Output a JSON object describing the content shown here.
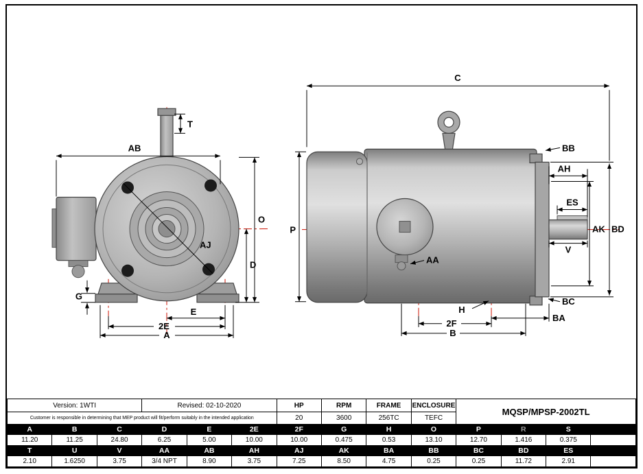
{
  "model": "MQSP/MPSP-2002TL",
  "title_block": {
    "version": "Version: 1WTI",
    "revised": "Revised: 02-10-2020",
    "disclaimer": "Customer is responsible in determining that MEP product will fit/perform suitably in the intended application",
    "hp_label": "HP",
    "hp_value": "20",
    "rpm_label": "RPM",
    "rpm_value": "3600",
    "frame_label": "FRAME",
    "frame_value": "256TC",
    "enclosure_label": "ENCLOSURE",
    "enclosure_value": "TEFC"
  },
  "dim_table": {
    "headers1": [
      "A",
      "B",
      "C",
      "D",
      "E",
      "2E",
      "2F",
      "G",
      "H",
      "O",
      "P",
      "R",
      "S",
      ""
    ],
    "values1": [
      "11.20",
      "11.25",
      "24.80",
      "6.25",
      "5.00",
      "10.00",
      "10.00",
      "0.475",
      "0.53",
      "13.10",
      "12.70",
      "1.416",
      "0.375",
      ""
    ],
    "headers2": [
      "T",
      "U",
      "V",
      "AA",
      "AB",
      "AH",
      "AJ",
      "AK",
      "BA",
      "BB",
      "BC",
      "BD",
      "ES",
      ""
    ],
    "values2": [
      "2.10",
      "1.6250",
      "3.75",
      "3/4 NPT",
      "8.90",
      "3.75",
      "7.25",
      "8.50",
      "4.75",
      "0.25",
      "0.25",
      "11.72",
      "2.91",
      ""
    ]
  },
  "labels": {
    "front": {
      "T": "T",
      "AB": "AB",
      "O": "O",
      "D": "D",
      "AJ": "AJ",
      "G": "G",
      "E": "E",
      "2E": "2E",
      "A": "A"
    },
    "side": {
      "C": "C",
      "P": "P",
      "BB": "BB",
      "AH": "AH",
      "ES": "ES",
      "AK": "AK",
      "BD": "BD",
      "V": "V",
      "AA": "AA",
      "H": "H",
      "2F": "2F",
      "B": "B",
      "BA": "BA",
      "BC": "BC"
    }
  },
  "colors": {
    "centerline": "#cc1100",
    "table_header_bg": "#000000"
  }
}
